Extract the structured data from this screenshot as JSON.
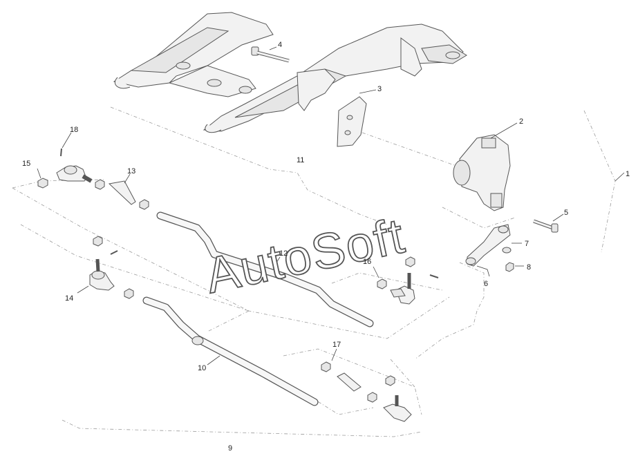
{
  "watermark": "AutoSoft",
  "callouts": [
    {
      "key": "c1",
      "label": "1"
    },
    {
      "key": "c2",
      "label": "2"
    },
    {
      "key": "c3",
      "label": "3"
    },
    {
      "key": "c4",
      "label": "4"
    },
    {
      "key": "c5",
      "label": "5"
    },
    {
      "key": "c6",
      "label": "6"
    },
    {
      "key": "c7",
      "label": "7"
    },
    {
      "key": "c8",
      "label": "8"
    },
    {
      "key": "c9",
      "label": "9"
    },
    {
      "key": "c10",
      "label": "10"
    },
    {
      "key": "c11",
      "label": "11"
    },
    {
      "key": "c12",
      "label": "12"
    },
    {
      "key": "c13",
      "label": "13"
    },
    {
      "key": "c14",
      "label": "14"
    },
    {
      "key": "c15",
      "label": "15"
    },
    {
      "key": "c16",
      "label": "16"
    },
    {
      "key": "c17",
      "label": "17"
    },
    {
      "key": "c18",
      "label": "18"
    }
  ]
}
